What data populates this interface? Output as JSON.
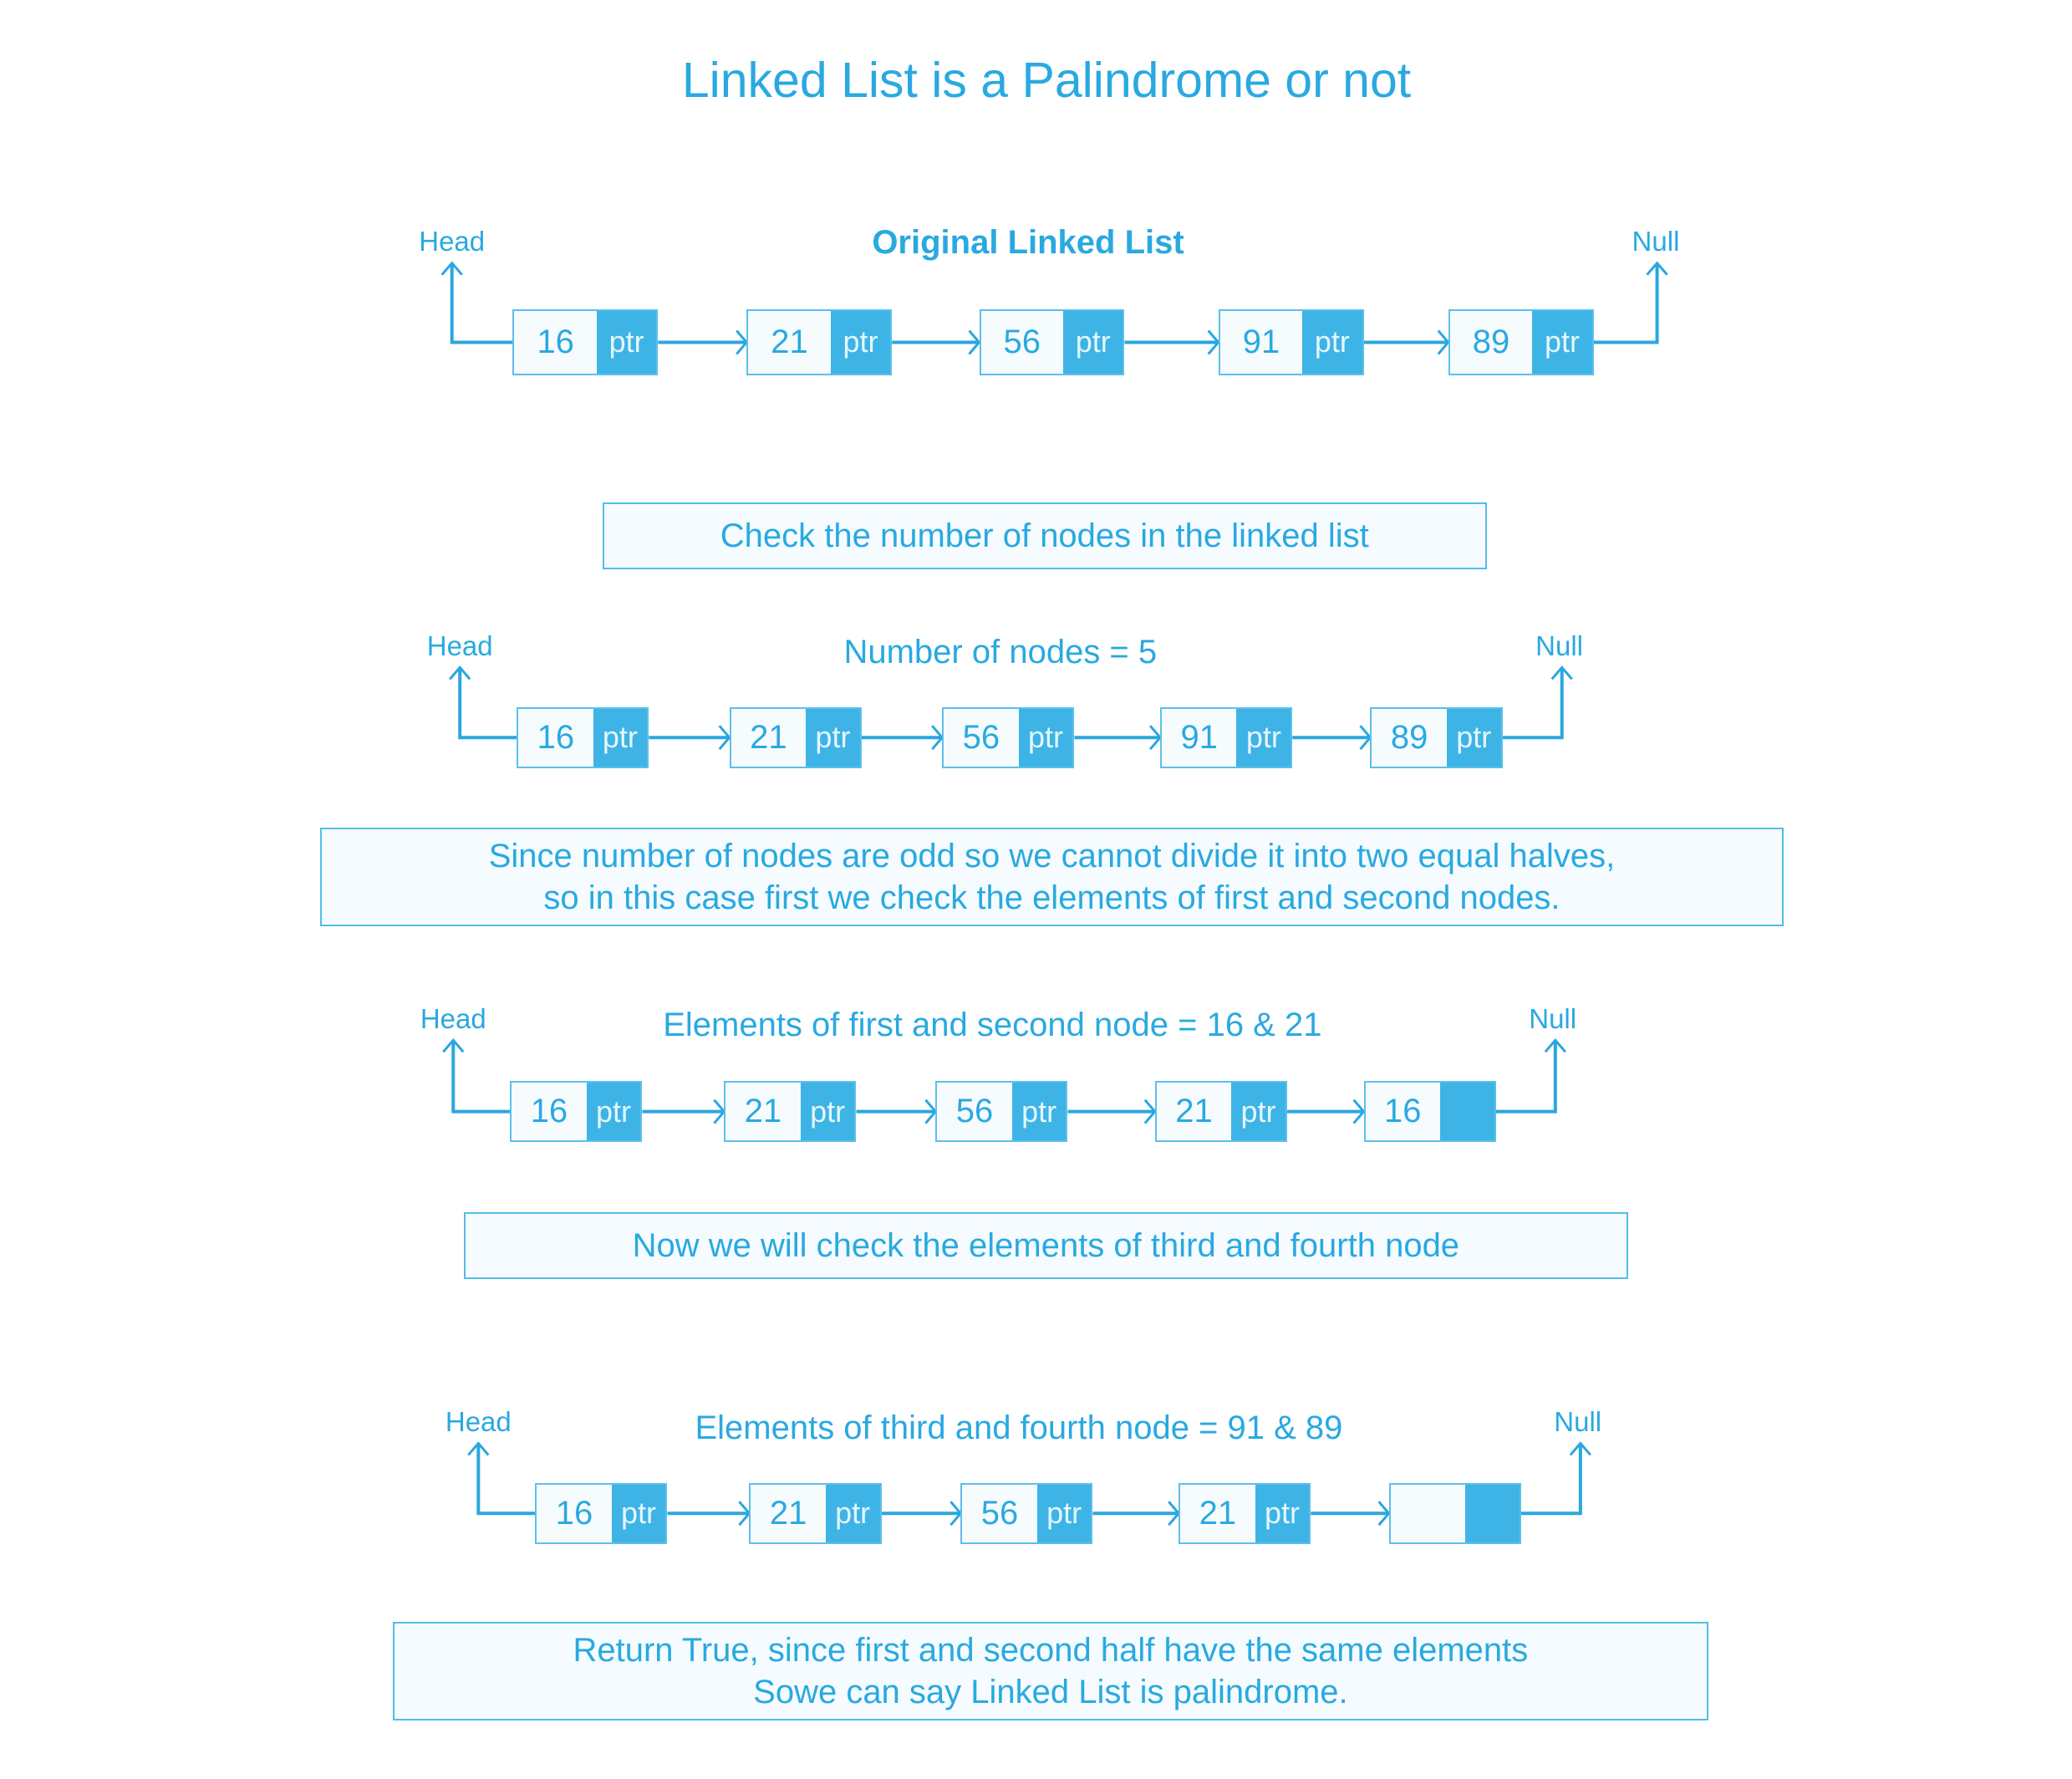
{
  "title": "Linked List is a Palindrome or not",
  "colors": {
    "accent": "#29a9e0",
    "ptr_fill": "#3db4e5",
    "node_fill": "#f6fbfe",
    "box_border": "#52bde9"
  },
  "steps": [
    {
      "caption": "Original Linked List",
      "head_label": "Head",
      "null_label": "Null",
      "nodes": [
        {
          "value": "16",
          "ptr": "ptr"
        },
        {
          "value": "21",
          "ptr": "ptr"
        },
        {
          "value": "56",
          "ptr": "ptr"
        },
        {
          "value": "91",
          "ptr": "ptr"
        },
        {
          "value": "89",
          "ptr": "ptr"
        }
      ],
      "note": [
        "Check the number of nodes in the linked list"
      ]
    },
    {
      "caption": "Number of nodes = 5",
      "head_label": "Head",
      "null_label": "Null",
      "nodes": [
        {
          "value": "16",
          "ptr": "ptr"
        },
        {
          "value": "21",
          "ptr": "ptr"
        },
        {
          "value": "56",
          "ptr": "ptr"
        },
        {
          "value": "91",
          "ptr": "ptr"
        },
        {
          "value": "89",
          "ptr": "ptr"
        }
      ],
      "note": [
        "Since number of nodes are odd so we cannot divide it into two equal halves,",
        "so in this case first we check the elements of first and second nodes."
      ]
    },
    {
      "caption": "Elements of first and second node = 16 & 21",
      "head_label": "Head",
      "null_label": "Null",
      "nodes": [
        {
          "value": "16",
          "ptr": "ptr"
        },
        {
          "value": "21",
          "ptr": "ptr"
        },
        {
          "value": "56",
          "ptr": "ptr"
        },
        {
          "value": "21",
          "ptr": "ptr"
        },
        {
          "value": "16",
          "ptr": ""
        }
      ],
      "note": [
        "Now we will check the elements of third and fourth node"
      ]
    },
    {
      "caption": "Elements of third and fourth node = 91 & 89",
      "head_label": "Head",
      "null_label": "Null",
      "nodes": [
        {
          "value": "16",
          "ptr": "ptr"
        },
        {
          "value": "21",
          "ptr": "ptr"
        },
        {
          "value": "56",
          "ptr": "ptr"
        },
        {
          "value": "21",
          "ptr": "ptr"
        },
        {
          "value": "",
          "ptr": ""
        }
      ],
      "note": [
        "Return True, since first and second half have the same elements",
        "Sowe can say Linked List is palindrome."
      ]
    }
  ]
}
